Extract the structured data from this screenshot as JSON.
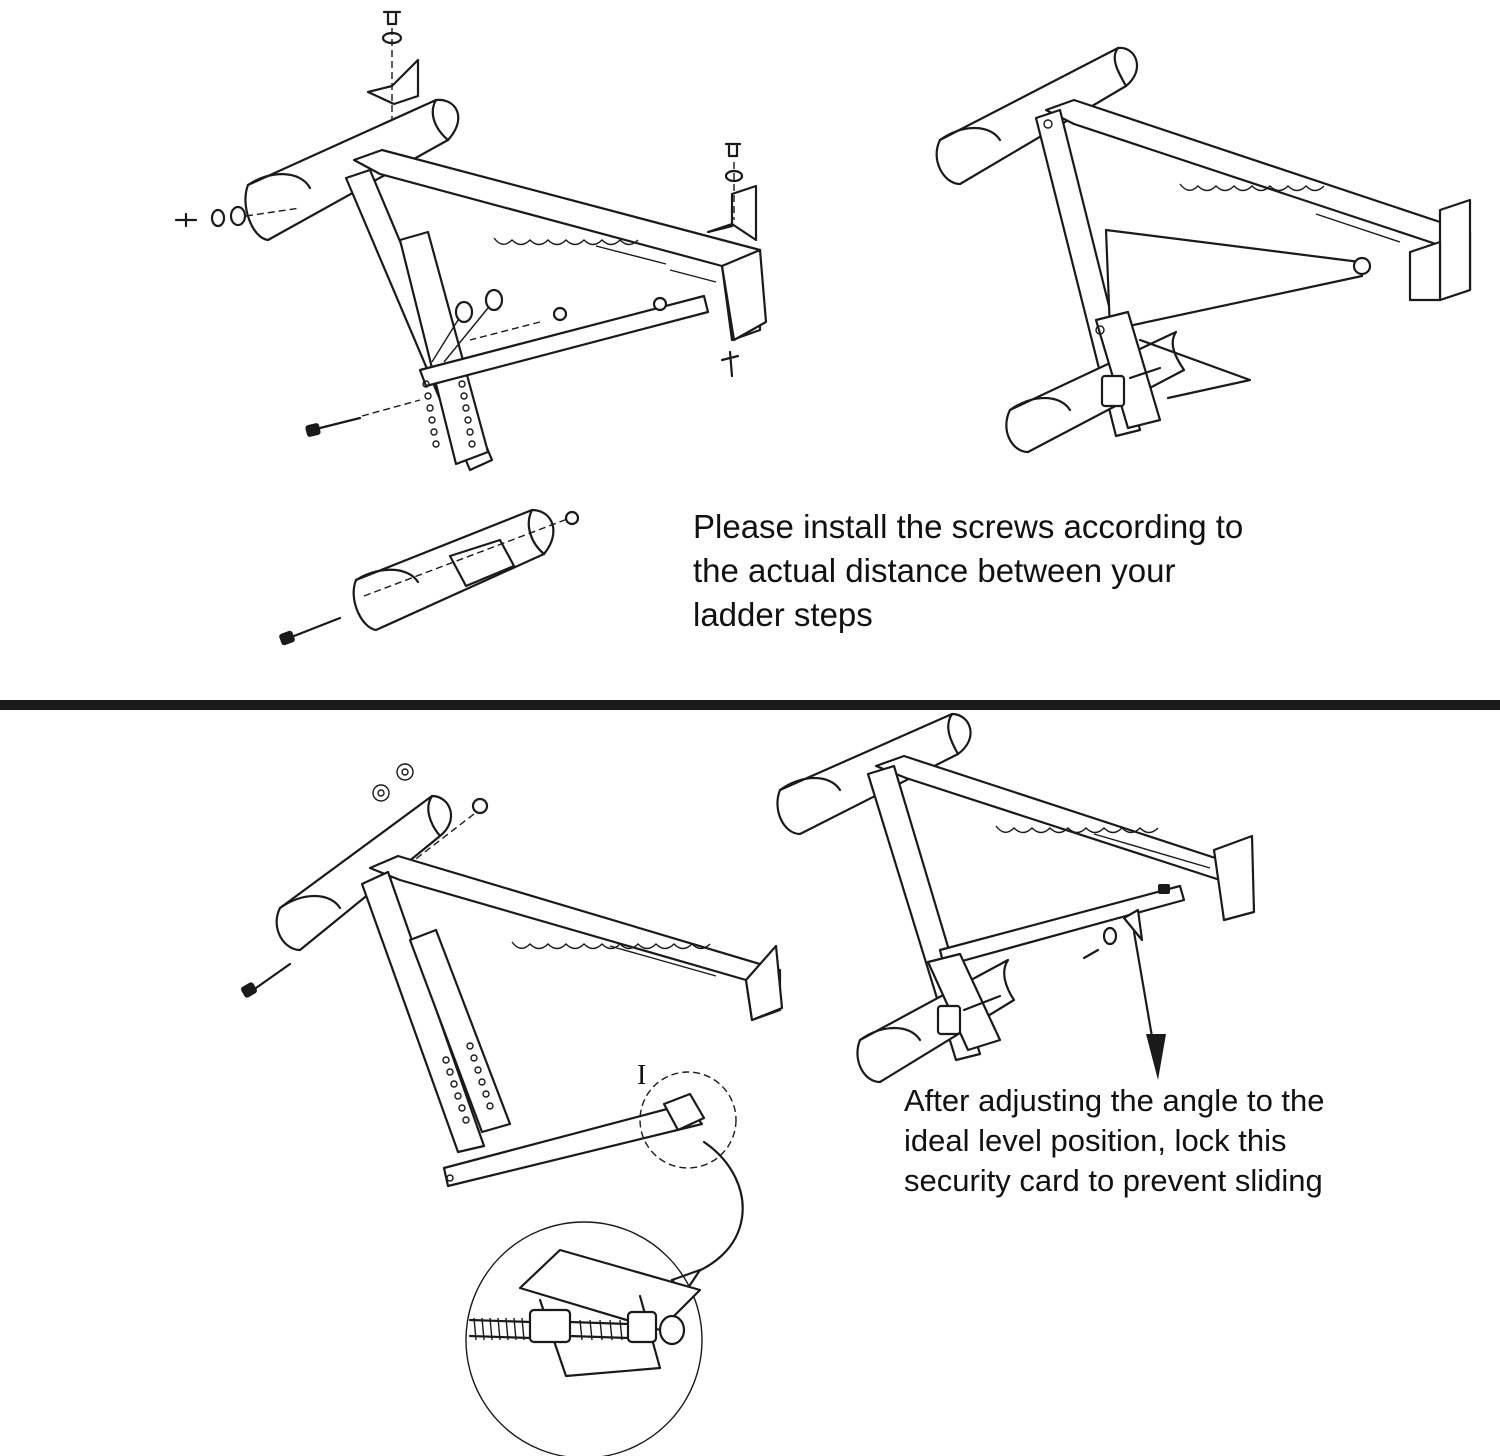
{
  "captions": {
    "top": "Please install the screws according to\nthe actual distance between your\nladder steps",
    "bottom": "After adjusting the angle to the\nideal level position, lock this\nsecurity card to prevent sliding"
  },
  "detail_marker": "I",
  "colors": {
    "line": "#1a1a1a",
    "background": "#ffffff"
  }
}
